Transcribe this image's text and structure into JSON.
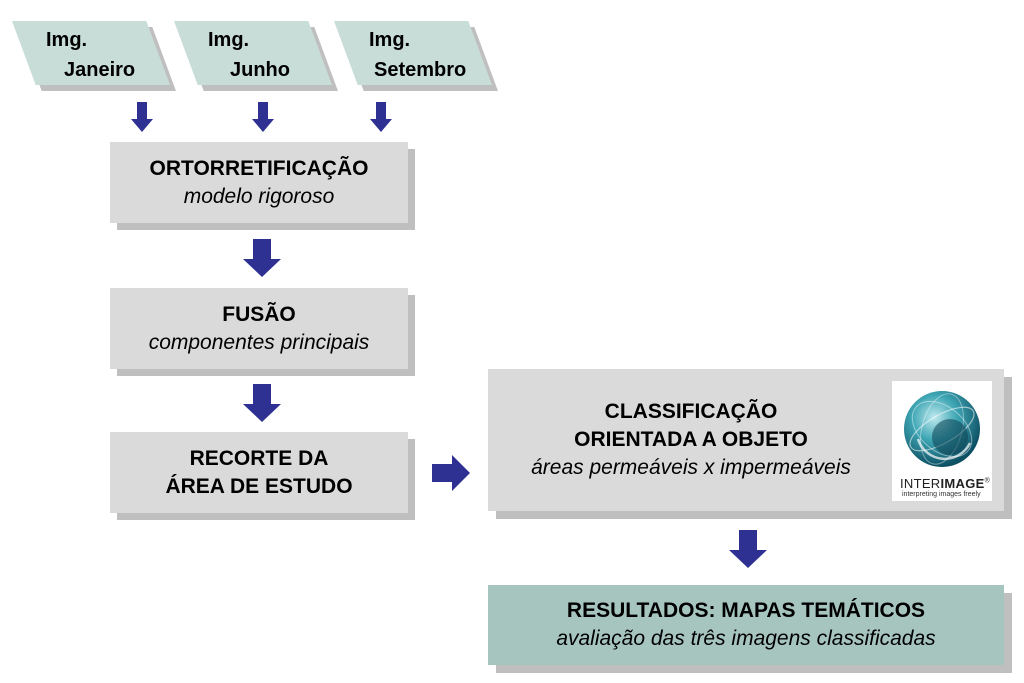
{
  "inputs": [
    {
      "line1": "Img.",
      "line2": "Janeiro"
    },
    {
      "line1": "Img.",
      "line2": "Junho"
    },
    {
      "line1": "Img.",
      "line2": "Setembro"
    }
  ],
  "steps": {
    "ortho": {
      "title": "ORTORRETIFICAÇÃO",
      "subtitle": "modelo rigoroso"
    },
    "fusion": {
      "title": "FUSÃO",
      "subtitle": "componentes principais"
    },
    "clip": {
      "title_line1": "RECORTE DA",
      "title_line2": "ÁREA DE ESTUDO"
    },
    "classification": {
      "title_line1": "CLASSIFICAÇÃO",
      "title_line2": "ORIENTADA A OBJETO",
      "subtitle": "áreas permeáveis x impermeáveis"
    },
    "results": {
      "title": "RESULTADOS: MAPAS TEMÁTICOS",
      "subtitle": "avaliação das três imagens classificadas"
    }
  },
  "logo": {
    "name_light": "INTER",
    "name_bold": "IMAGE",
    "registered": "®",
    "tagline": "interpreting images freely"
  },
  "colors": {
    "arrow": "#2e3192",
    "box": "#dadada",
    "input": "#c9ddd8",
    "result": "#a7c5bf"
  }
}
